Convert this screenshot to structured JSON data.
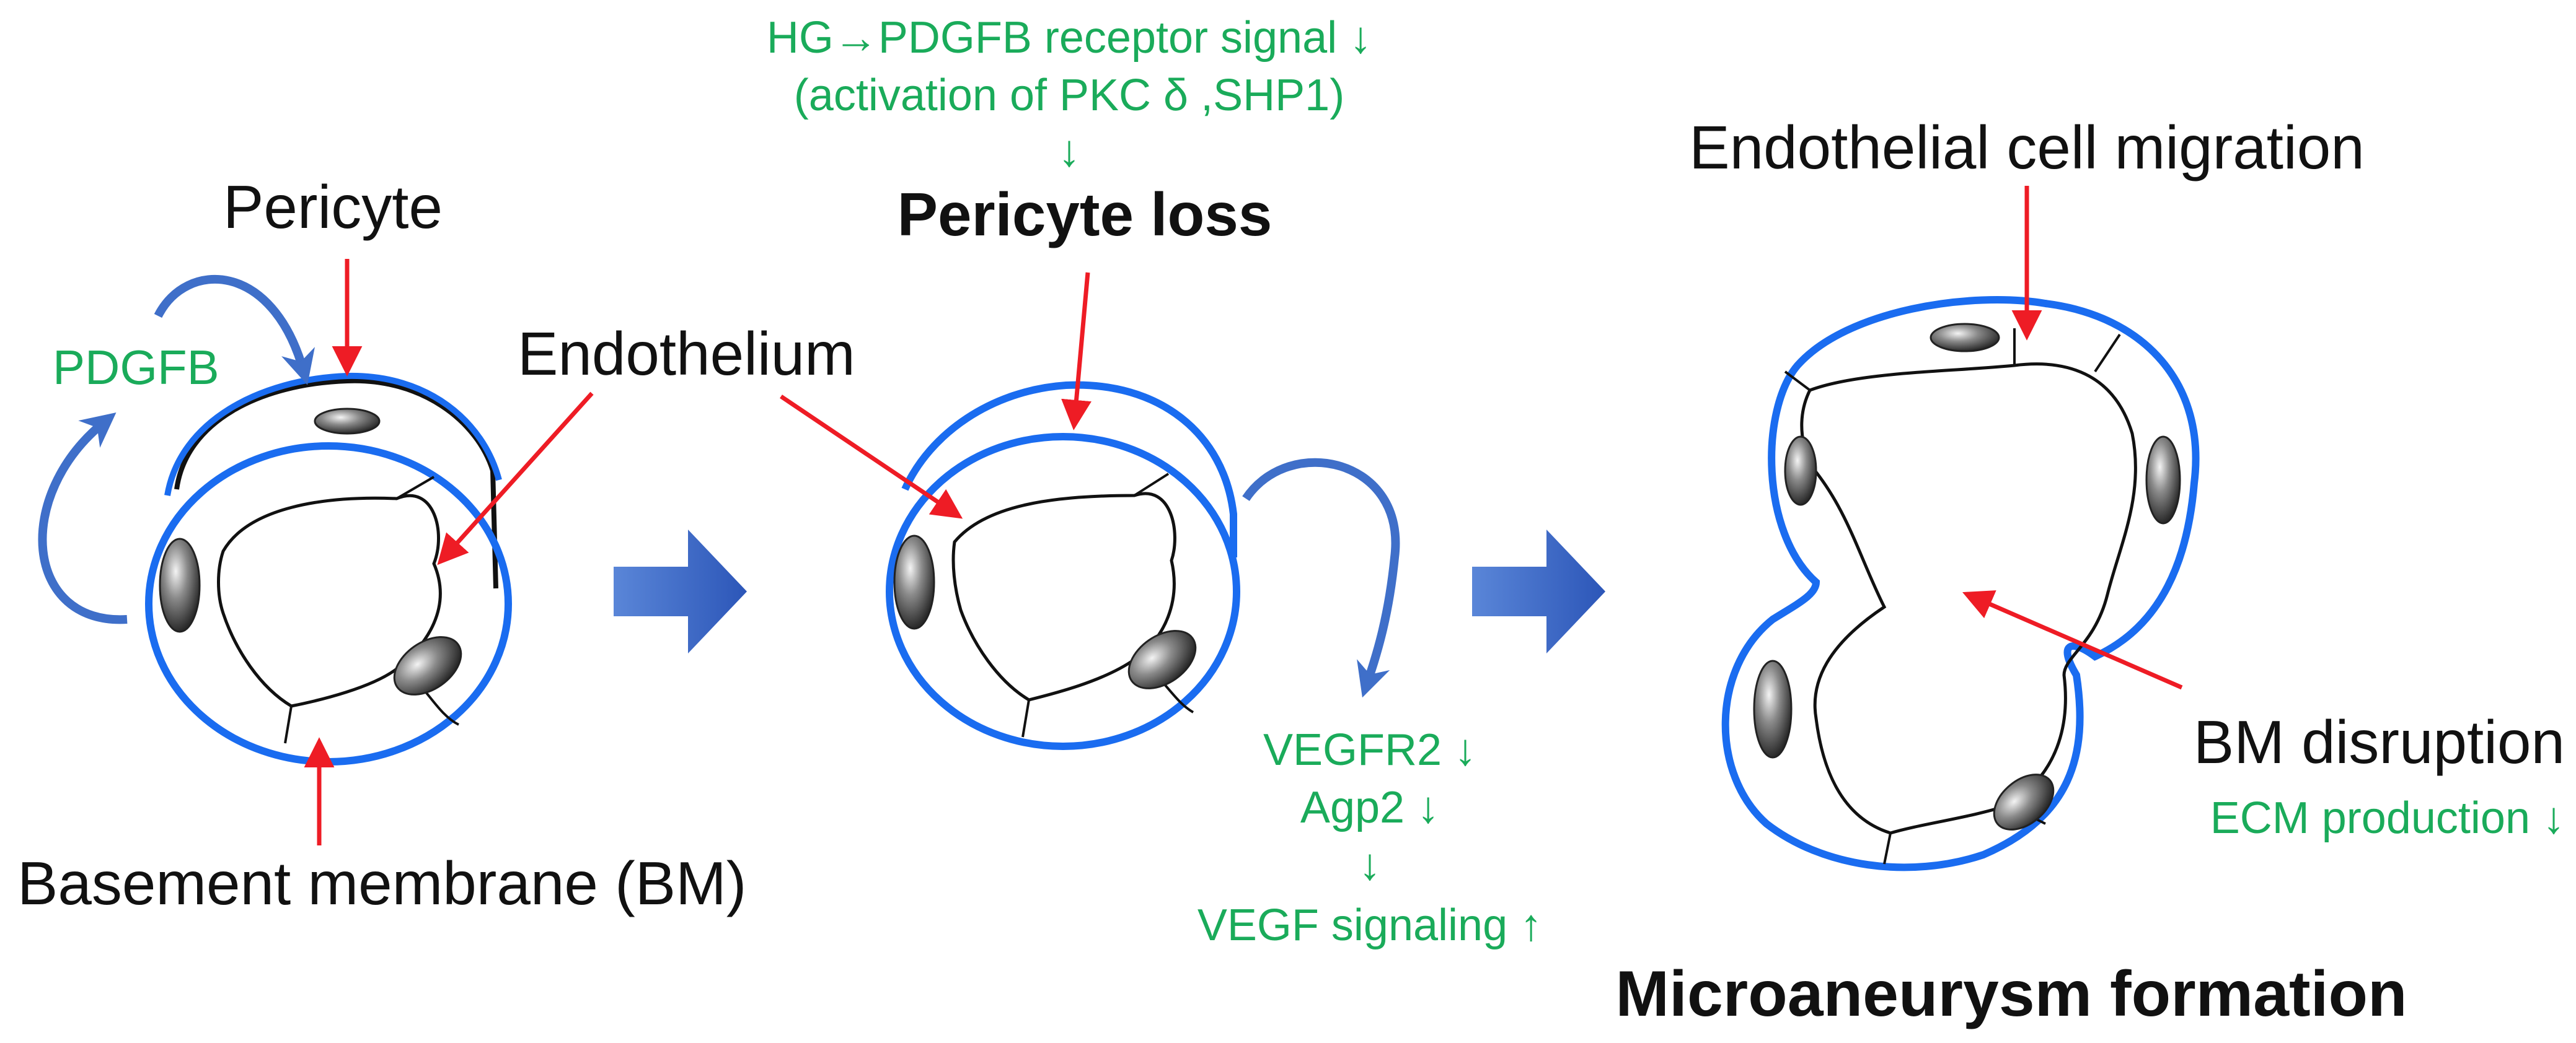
{
  "colors": {
    "membrane": "#1a6cf0",
    "arrow_red": "#ee1c25",
    "signal_green": "#1aab5a",
    "curved_arrow": "#3f6fc9",
    "big_arrow": "#3a68c8",
    "nucleus": "#555555"
  },
  "panel1": {
    "pericyte_label": "Pericyte",
    "endothelium_label": "Endothelium",
    "pdgfb_label": "PDGFB",
    "bm_label": "Basement membrane (BM)"
  },
  "panel2": {
    "signal_line1": "HG→PDGFB receptor signal ↓",
    "signal_line2": "(activation of PKC δ ,SHP1)",
    "signal_down_arrow": "↓",
    "title": "Pericyte loss",
    "vegf_lines": [
      "VEGFR2 ↓",
      "Agp2 ↓",
      "↓",
      "VEGF signaling ↑"
    ]
  },
  "panel3": {
    "migration_label": "Endothelial cell migration",
    "bm_disruption_label": "BM disruption",
    "ecm_label": "ECM production ↓",
    "title": "Microaneurysm formation"
  },
  "icons": [
    "red-pointer-arrow",
    "curved-signal-arrow",
    "block-right-arrow",
    "nucleus-ellipse"
  ]
}
